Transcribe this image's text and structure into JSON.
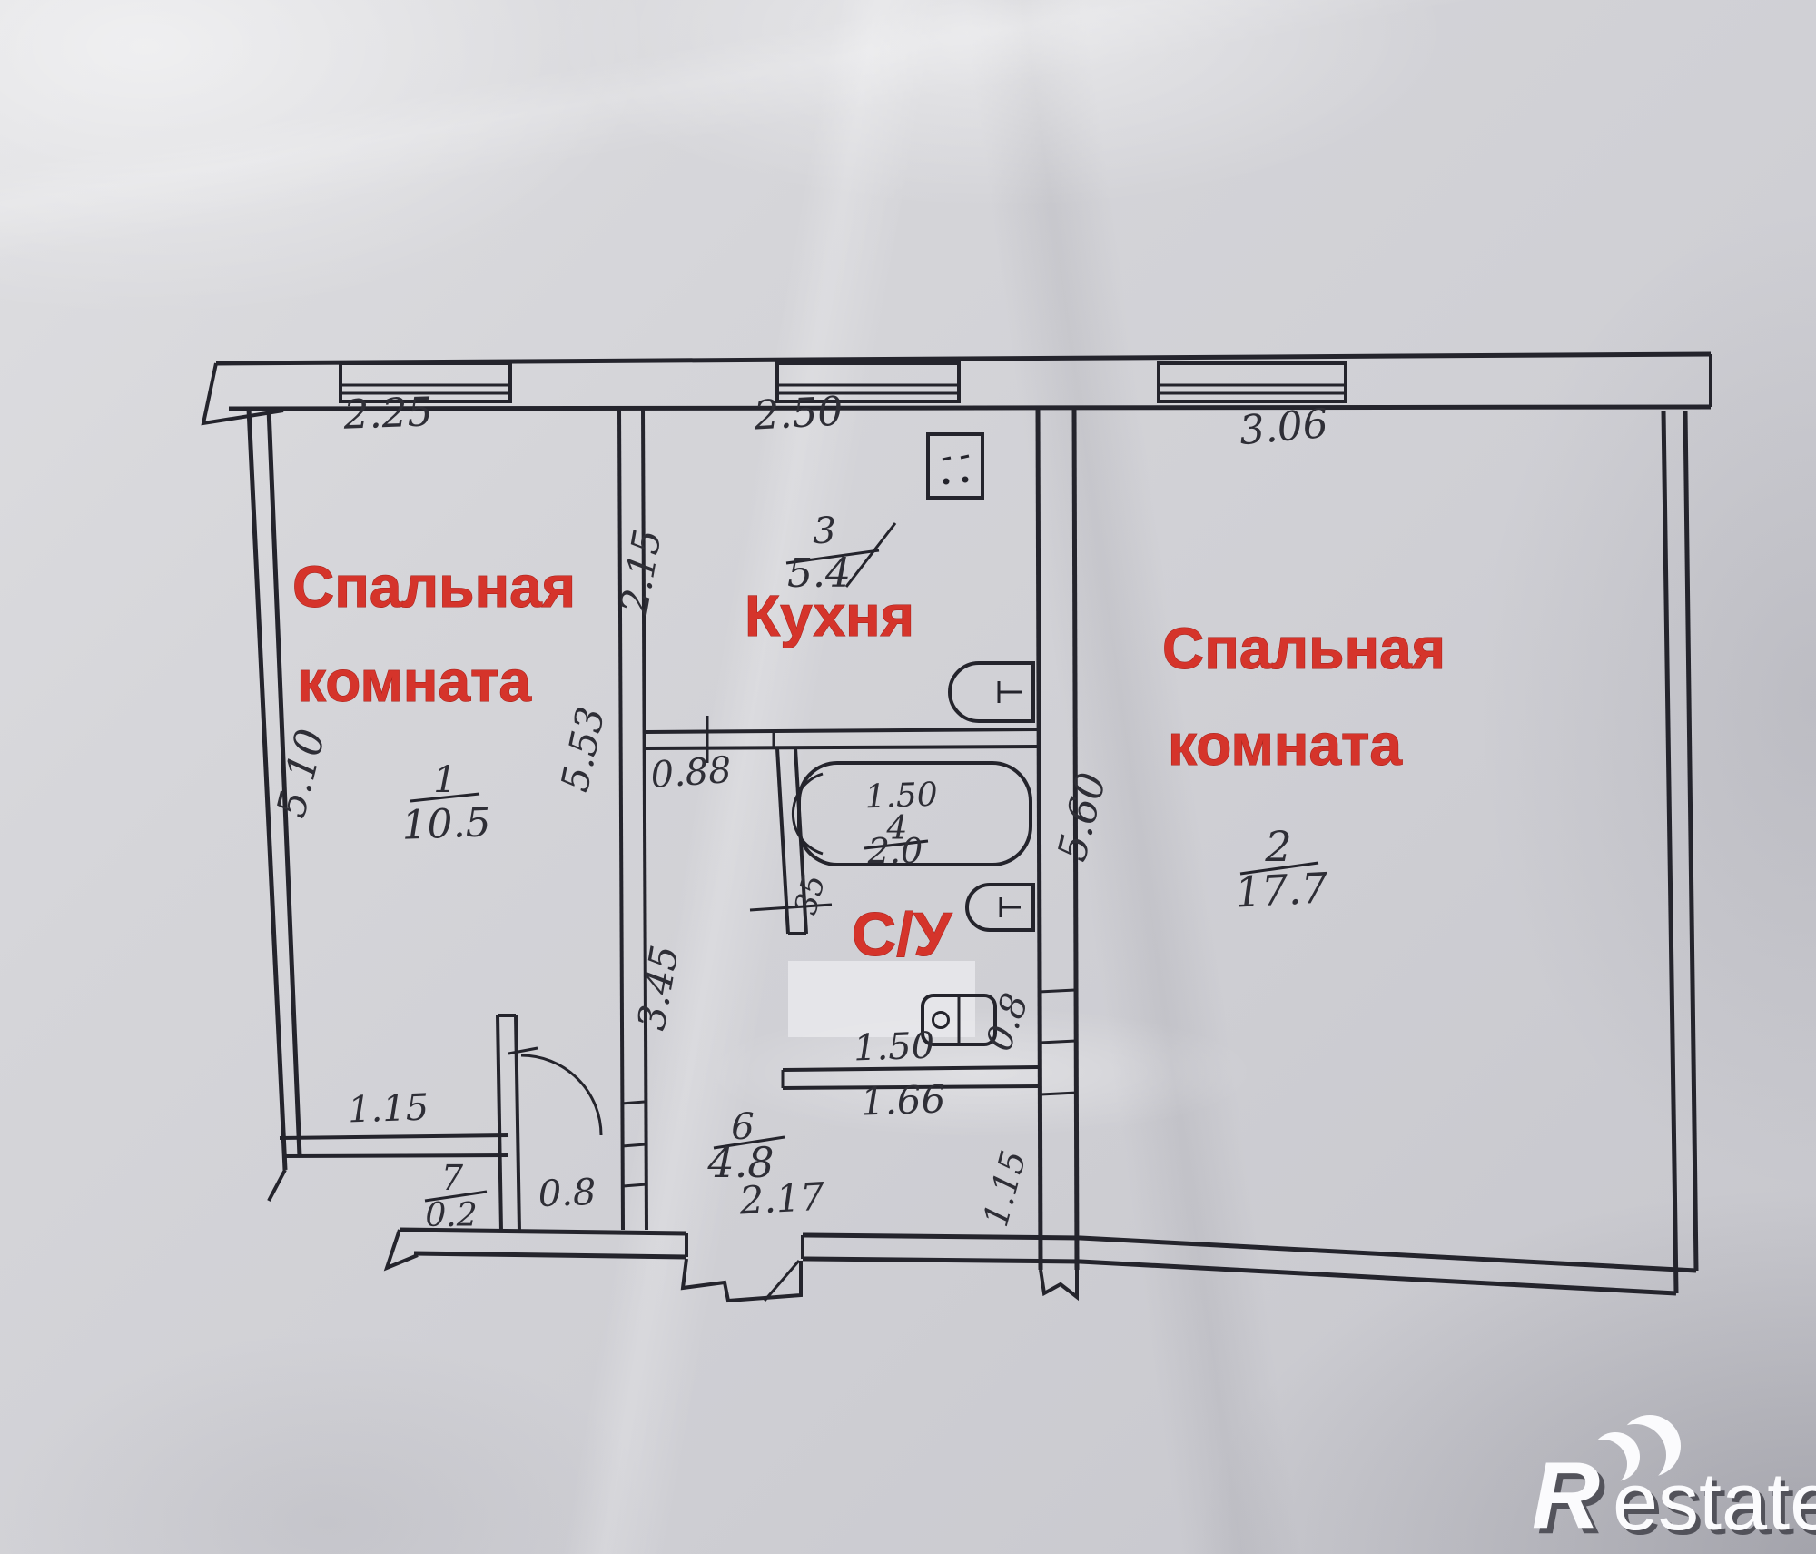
{
  "colors": {
    "paper": "#d2d2d6",
    "ink": "#24242c",
    "red_label": "#d5342b",
    "logo_white": "#fbfbfd"
  },
  "rooms": {
    "bedroom1": {
      "name_line1": "Спальная",
      "name_line2": "комната",
      "number": "1",
      "area": "10.5"
    },
    "bedroom2": {
      "name_line1": "Спальная",
      "name_line2": "комната",
      "number": "2",
      "area": "17.7"
    },
    "kitchen": {
      "name": "Кухня",
      "number": "3",
      "area": "5.4"
    },
    "bathroom": {
      "name": "С/У",
      "number": "4",
      "area": "2.0"
    },
    "hallway": {
      "number": "6",
      "area": "4.8"
    },
    "closet": {
      "number": "7",
      "area": "0.2"
    }
  },
  "dimensions": {
    "bedroom1_width_top": "2.25",
    "kitchen_width_top": "2.50",
    "bedroom2_width_top": "3.06",
    "bedroom1_height_left": "5.10",
    "kitchen_height_left": "2.15",
    "bedroom1_height_right": "5.53",
    "hallway_height": "3.45",
    "kitchen_wall_segment": "0.88",
    "bathroom_door_offset": "35",
    "bedroom2_height_left": "5.60",
    "bath_length": "1.50",
    "bathroom_width": "1.50",
    "bathroom_width_below": "1.66",
    "washing_machine_depth": "0.8",
    "bedroom1_bottom_segment": "1.15",
    "closet_opening": "0.8",
    "hallway_bottom_width": "2.17",
    "hallway_right_segment": "1.15"
  },
  "icons": {
    "stove": "square-with-burner-dots",
    "kitchen_sink": "d-shape-sink",
    "toilet": "d-shape-toilet",
    "washing_machine": "rounded-square-with-circle",
    "bathtub": "rounded-rect-tub"
  },
  "logo": {
    "brand_r": "R",
    "brand_rest": "estate"
  }
}
